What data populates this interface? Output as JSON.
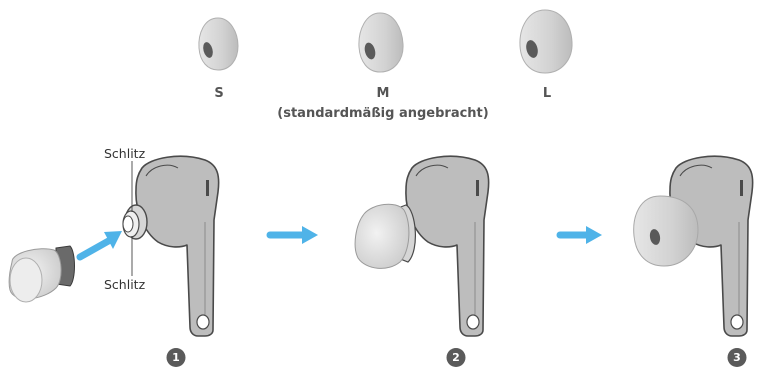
{
  "sizes": [
    {
      "label": "S"
    },
    {
      "label": "M"
    },
    {
      "label": "L"
    }
  ],
  "default_note": "(standardmäßig angebracht)",
  "callouts": {
    "top": "Schlitz",
    "bottom": "Schlitz"
  },
  "steps": [
    "1",
    "2",
    "3"
  ],
  "colors": {
    "arrow": "#4fb3e8",
    "earbud_body": "#bdbdbd",
    "earbud_outline": "#4a4a4a",
    "eartip": "#d0d0d0",
    "text": "#555555",
    "badge": "#5a5a5a"
  }
}
